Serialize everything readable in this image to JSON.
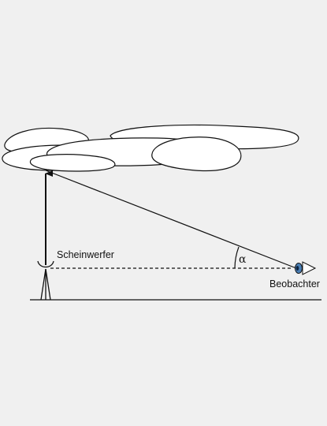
{
  "labels": {
    "searchlight": "Scheinwerfer",
    "observer": "Beobachter",
    "angle": "α"
  },
  "colors": {
    "background": "#f0f0f0",
    "stroke": "#111111",
    "cloud_fill": "#ffffff",
    "eye_iris": "#4a7fb5"
  }
}
